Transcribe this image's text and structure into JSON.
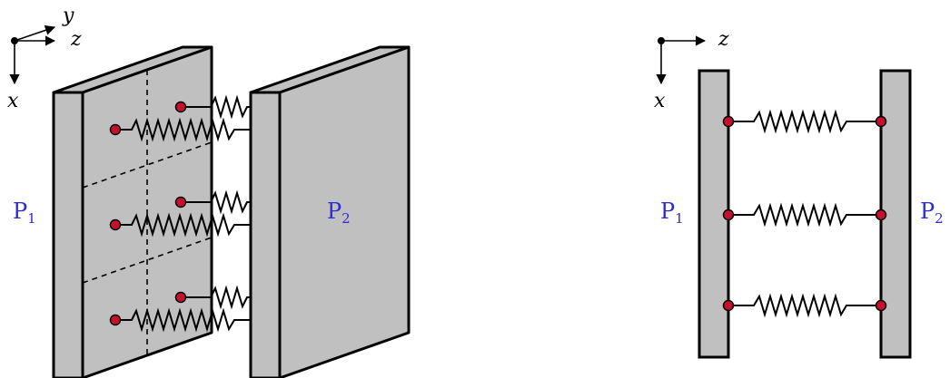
{
  "left_figure": {
    "axis_labels": {
      "y": "y",
      "z": "z",
      "x": "x"
    },
    "plate_labels": {
      "p1": {
        "main": "P",
        "sub": "1"
      },
      "p2": {
        "main": "P",
        "sub": "2"
      }
    }
  },
  "right_figure": {
    "axis_labels": {
      "z": "z",
      "x": "x"
    },
    "plate_labels": {
      "p1": {
        "main": "P",
        "sub": "1"
      },
      "p2": {
        "main": "P",
        "sub": "2"
      }
    }
  },
  "colors": {
    "plate_fill": "#c0c0c0",
    "plate_edge": "#000000",
    "node_fill": "#c8102e",
    "label_blue": "#2b2bdc"
  },
  "spring_count_right": 3,
  "spring_count_left": 6
}
